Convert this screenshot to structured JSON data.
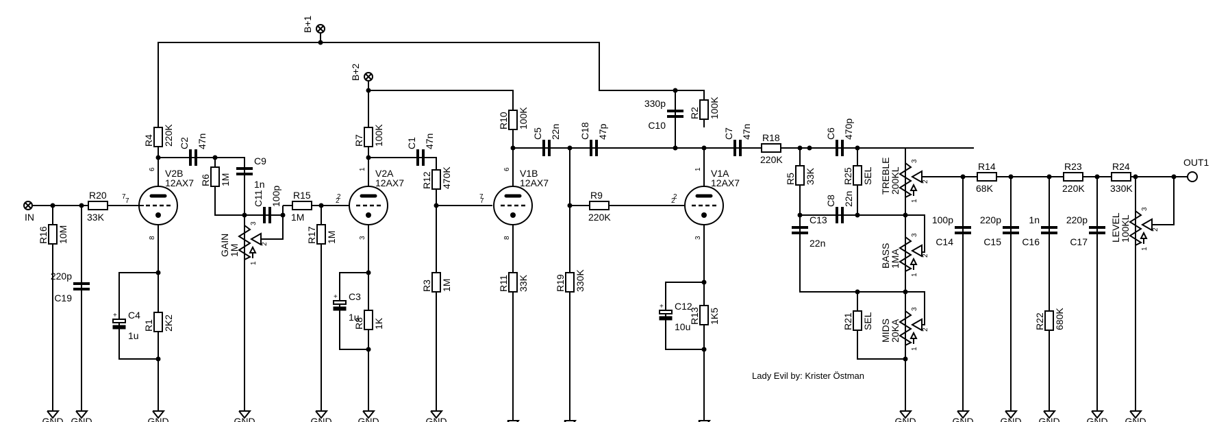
{
  "title": "Lady Evil by: Krister Östman",
  "terminals": {
    "in": "IN",
    "out": "OUT1",
    "bplus1": "B+1",
    "bplus2": "B+2",
    "gnd": "GND"
  },
  "tubes": [
    {
      "ref": "V2B",
      "type": "12AX7",
      "plate_pin": "6",
      "grid_pin": "7",
      "cathode_pin": "8"
    },
    {
      "ref": "V2A",
      "type": "12AX7",
      "plate_pin": "1",
      "grid_pin": "2",
      "cathode_pin": "3"
    },
    {
      "ref": "V1B",
      "type": "12AX7",
      "plate_pin": "6",
      "grid_pin": "7",
      "cathode_pin": "8"
    },
    {
      "ref": "V1A",
      "type": "12AX7",
      "plate_pin": "1",
      "grid_pin": "2",
      "cathode_pin": "3"
    }
  ],
  "resistors": {
    "R1": "2K2",
    "R2": "100K",
    "R3": "1M",
    "R4": "220K",
    "R5": "33K",
    "R6": "1M",
    "R7": "100K",
    "R8": "1K",
    "R9": "220K",
    "R10": "100K",
    "R11": "33K",
    "R12": "470K",
    "R13": "1K5",
    "R14": "68K",
    "R15": "1M",
    "R16": "10M",
    "R17": "1M",
    "R18": "220K",
    "R19": "330K",
    "R20": "33K",
    "R21": "SEL",
    "R22": "680K",
    "R23": "220K",
    "R24": "330K",
    "R25": "SEL"
  },
  "capacitors": {
    "C1": "47n",
    "C2": "47n",
    "C3": "1u",
    "C4": "1u",
    "C5": "22n",
    "C6": "470p",
    "C7": "47n",
    "C8": "22n",
    "C9": "1n",
    "C10": "330p",
    "C11": "100p",
    "C12": "10u",
    "C13": "22n",
    "C14": "100p",
    "C15": "220p",
    "C16": "1n",
    "C17": "220p",
    "C18": "47p",
    "C19": "220p"
  },
  "pots": {
    "GAIN": "1M",
    "TREBLE": "200KL",
    "BASS": "1MA",
    "MIDS": "20KA",
    "LEVEL": "100KL"
  },
  "pot_pins": [
    "1",
    "2",
    "3"
  ]
}
